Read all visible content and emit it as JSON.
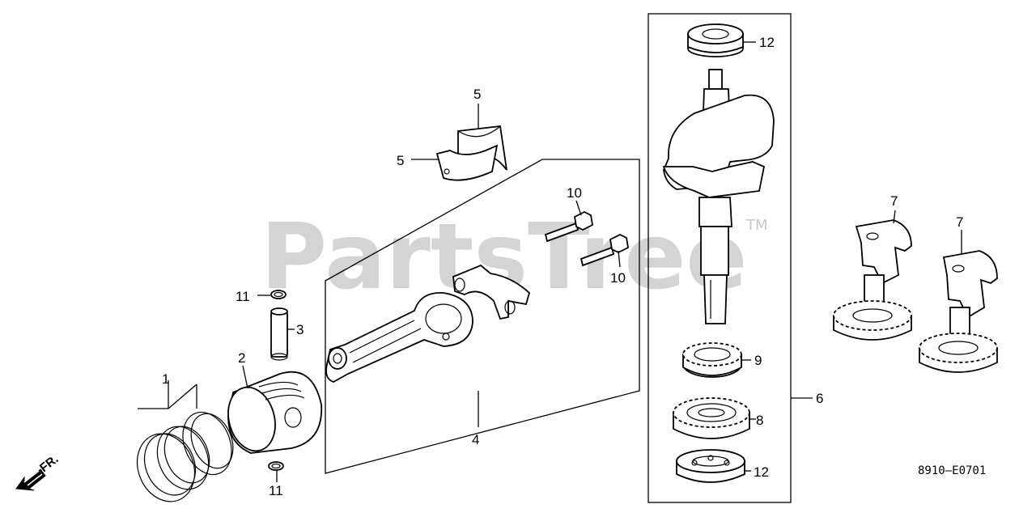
{
  "watermark": {
    "text": "PartsTree",
    "tm": "TM"
  },
  "diagram_code": "8910—E0701",
  "direction_label": "FR.",
  "callouts": {
    "c1": "1",
    "c2": "2",
    "c3": "3",
    "c4": "4",
    "c5a": "5",
    "c5b": "5",
    "c6": "6",
    "c7a": "7",
    "c7b": "7",
    "c8": "8",
    "c9": "9",
    "c10a": "10",
    "c10b": "10",
    "c11a": "11",
    "c11b": "11",
    "c12a": "12",
    "c12b": "12"
  },
  "icons": [
    "front-direction-arrow-icon"
  ]
}
